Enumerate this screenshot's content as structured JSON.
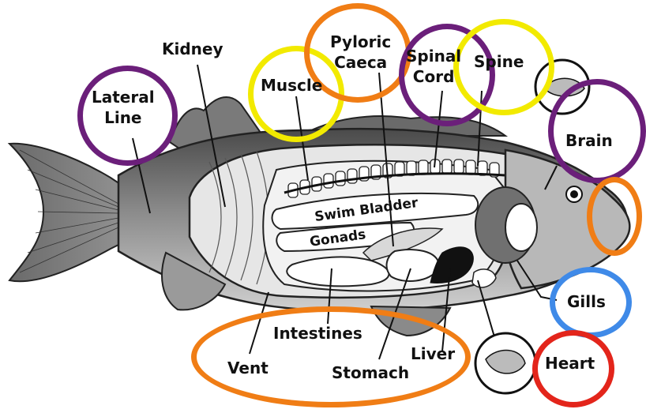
{
  "labels": {
    "kidney": "Kidney",
    "lateral_line": "Lateral\nLine",
    "muscle": "Muscle",
    "pyloric_caeca": "Pyloric\nCaeca",
    "spinal_cord": "Spinal\nCord",
    "spine": "Spine",
    "brain": "Brain",
    "swim_bladder": "Swim Bladder",
    "gonads": "Gonads",
    "gills": "Gills",
    "intestines": "Intestines",
    "vent": "Vent",
    "stomach": "Stomach",
    "liver": "Liver",
    "heart": "Heart"
  },
  "colors": {
    "purple": "#6b1f7a",
    "yellow": "#f2ea00",
    "orange": "#f07d15",
    "blue": "#3f8ae8",
    "red": "#e3251b"
  },
  "icons": [
    "brain-thumbnail-icon",
    "heart-thumbnail-icon"
  ]
}
